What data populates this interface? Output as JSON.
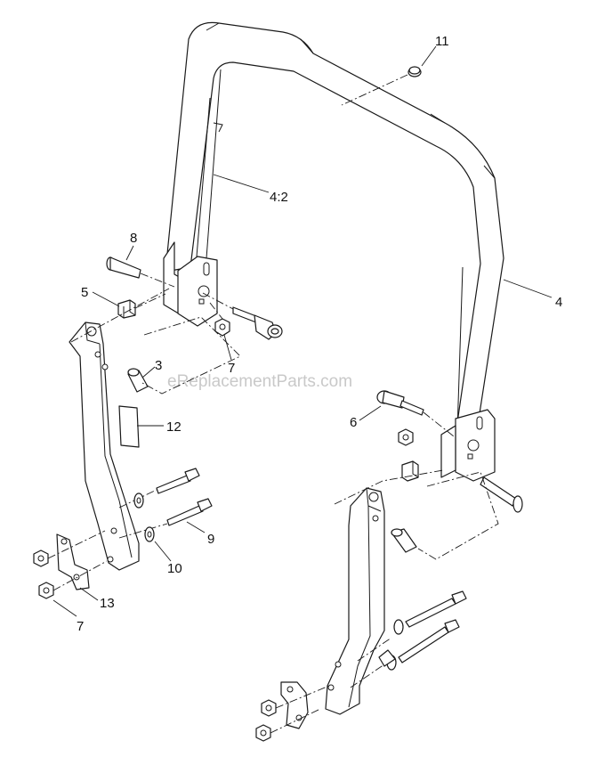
{
  "watermark": "eReplacementParts.com",
  "callouts": {
    "c11": "11",
    "c4_2": "4:2",
    "c8": "8",
    "c5": "5",
    "c4": "4",
    "c3": "3",
    "c7a": "7",
    "c6": "6",
    "c12": "12",
    "c9": "9",
    "c10": "10",
    "c13": "13",
    "c7b": "7"
  }
}
